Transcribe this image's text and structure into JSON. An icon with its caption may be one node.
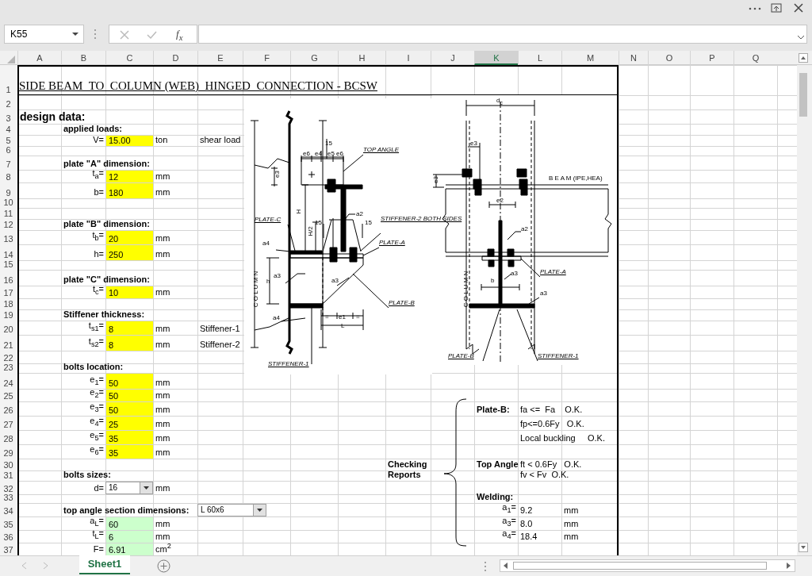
{
  "diagram": {
    "title": "SIDE BEAM  TO  COLUMN (WEB)  HINGED  CONNECTION - BCSW",
    "nodes": [
      {
        "text": [
          "TOP ANGLE"
        ]
      },
      {
        "text": [
          "PLATE-C"
        ]
      },
      {
        "text": [
          "STIFFENER-2 BOTH SIDES"
        ]
      },
      {
        "text": [
          "PLATE-A"
        ]
      },
      {
        "text": [
          "PLATE-B"
        ]
      },
      {
        "text": [
          "STIFFENER-1"
        ]
      },
      {
        "text": [
          "PLATE-A"
        ]
      },
      {
        "text": [
          "PLATE-B"
        ]
      },
      {
        "text": [
          "STIFFENER-1"
        ]
      }
    ],
    "edges": [
      {
        "from": 0,
        "to": null,
        "arrow": "none"
      },
      {
        "from": 1,
        "to": null,
        "arrow": "none"
      },
      {
        "from": 2,
        "to": null,
        "arrow": "none"
      },
      {
        "from": 3,
        "to": null,
        "arrow": "none"
      },
      {
        "from": 4,
        "to": null,
        "arrow": "none"
      },
      {
        "from": 5,
        "to": null,
        "arrow": "none"
      },
      {
        "from": 6,
        "to": null,
        "arrow": "none"
      },
      {
        "from": 7,
        "to": null,
        "arrow": "none"
      },
      {
        "from": 8,
        "to": null,
        "arrow": "none"
      }
    ],
    "labels": [
      "K55",
      "f$_{x}$",
      "A",
      "B",
      "C",
      "D",
      "E",
      "F",
      "G",
      "H",
      "I",
      "J",
      "K",
      "L",
      "M",
      "N",
      "O",
      "P",
      "Q",
      "1",
      "2",
      "3",
      "4",
      "5",
      "6",
      "7",
      "8",
      "9",
      "10",
      "11",
      "12",
      "13",
      "14",
      "15",
      "16",
      "17",
      "18",
      "19",
      "20",
      "21",
      "22",
      "23",
      "24",
      "25",
      "26",
      "27",
      "28",
      "29",
      "30",
      "31",
      "32",
      "33",
      "34",
      "35",
      "36",
      "37",
      "design data:",
      "applied loads:",
      "V=",
      "15.00",
      "ton",
      "shear load",
      "plate \"A\" dimension:",
      "t$_{a}$=",
      "12",
      "mm",
      "b=",
      "180",
      "mm",
      "plate \"B\" dimension:",
      "t$_{b}$=",
      "20",
      "mm",
      "h=",
      "250",
      "mm",
      "plate \"C\" dimension:",
      "t$_{c}$=",
      "10",
      "mm",
      "Stiffener thickness:",
      "t$_{s1}$=",
      "8",
      "mm",
      "Stiffener-1",
      "t$_{s2}$=",
      "8",
      "mm",
      "Stiffener-2",
      "bolts location:",
      "e$_{1}$=",
      "50",
      "mm",
      "e$_{2}$=",
      "50",
      "mm",
      "e$_{3}$=",
      "50",
      "mm",
      "e$_{4}$=",
      "25",
      "mm",
      "e$_{5}$=",
      "35",
      "mm",
      "e$_{6}$=",
      "35",
      "mm",
      "bolts sizes:",
      "d=",
      "16",
      "mm",
      "top angle section dimensions:",
      "L 60x6",
      "a$_{L}$=",
      "60",
      "mm",
      "t$_{L}$=",
      "6",
      "mm",
      "F=",
      "6.91",
      "cm$^{2}$",
      "Plate-B:",
      "fa <=  Fa    O.K.",
      "fp<=0.6Fy   O.K.",
      "Local buckling     O.K.",
      "Checking Reports",
      "Top Angle",
      "ft < 0.6Fy   O.K.",
      "fv < Fv  O.K.",
      "Welding:",
      "a$_{1}$=",
      "9.2",
      "mm",
      "a$_{3}$=",
      "8.0",
      "mm",
      "a$_{4}$=",
      "18.4",
      "mm",
      "15",
      "e6",
      "e4",
      "e5",
      "e6",
      "e3",
      "H",
      "H/2",
      "15",
      "a2",
      "15",
      "a4",
      "a3",
      "h",
      "a3",
      "=",
      "e1",
      "=",
      "L",
      "a4",
      "C O L U M N",
      "d$_{c}$",
      "e3",
      "e3",
      "B E A M (IPE,HEA)",
      "e2",
      "a2",
      "a3",
      "b",
      "a3",
      "C O L U M N",
      "Sheet1"
    ]
  }
}
